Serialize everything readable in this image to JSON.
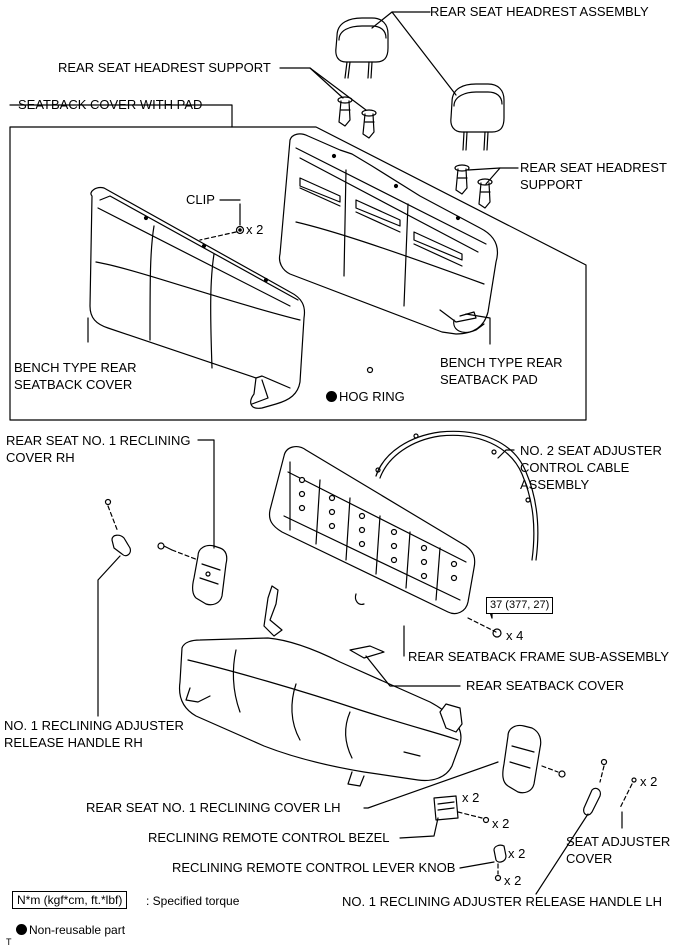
{
  "labels": {
    "headrest_assembly": "REAR SEAT HEADREST ASSEMBLY",
    "headrest_support_top": "REAR SEAT HEADREST SUPPORT",
    "seatback_cover_with_pad": "SEATBACK COVER WITH PAD",
    "clip": "CLIP",
    "clip_qty": "x 2",
    "headrest_support_right_1": "REAR SEAT HEADREST",
    "headrest_support_right_2": "SUPPORT",
    "bench_cover_1": "BENCH TYPE REAR",
    "bench_cover_2": "SEATBACK COVER",
    "hog_ring": "HOG RING",
    "bench_pad_1": "BENCH TYPE REAR",
    "bench_pad_2": "SEATBACK PAD",
    "reclining_cover_rh_1": "REAR SEAT NO. 1 RECLINING",
    "reclining_cover_rh_2": "COVER RH",
    "cable_1": "NO. 2 SEAT ADJUSTER",
    "cable_2": "CONTROL CABLE",
    "cable_3": "ASSEMBLY",
    "torque_value": "37 (377, 27)",
    "bolt_qty": "x 4",
    "frame_sub_assembly": "REAR SEATBACK FRAME SUB-ASSEMBLY",
    "rear_seatback_cover": "REAR SEATBACK COVER",
    "release_handle_rh_1": "NO. 1 RECLINING ADJUSTER",
    "release_handle_rh_2": "RELEASE HANDLE RH",
    "reclining_cover_lh": "REAR SEAT NO. 1 RECLINING COVER LH",
    "bezel_qty": "x 2",
    "bezel_screw_qty": "x 2",
    "bezel": "RECLINING REMOTE CONTROL BEZEL",
    "knob_qty": "x 2",
    "knob_screw_qty": "x 2",
    "knob": "RECLINING REMOTE CONTROL LEVER KNOB",
    "adjuster_cover_qty": "x 2",
    "adjuster_cover_1": "SEAT ADJUSTER",
    "adjuster_cover_2": "COVER",
    "release_handle_lh": "NO. 1 RECLINING ADJUSTER RELEASE HANDLE LH"
  },
  "legend": {
    "torque_box": "N*m (kgf*cm, ft.*lbf)",
    "torque_text": ": Specified torque",
    "nonreusable_text": "Non-reusable part",
    "corner_mark": "T"
  }
}
